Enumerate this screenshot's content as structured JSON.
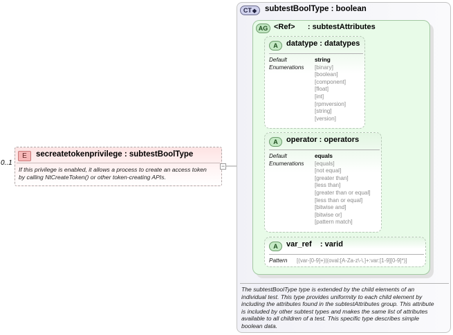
{
  "element": {
    "occurrence": "0..1",
    "badge": "E",
    "title": "secreatetokenprivilege : subtestBoolType",
    "doc_lines": [
      "If this privilege is enabled, it allows a process to create an access token",
      "by calling NtCreateToken() or other token-creating APIs."
    ],
    "collapse_symbol": "−"
  },
  "complex_type": {
    "badge": "CT",
    "title": "subtestBoolType : boolean",
    "doc_lines": [
      "The subtestBoolType type is extended by the child elements of an",
      "individual test.  This type provides uniformity to each child element by",
      "including the attributes found in the subtestAttributes group.  This attribute",
      "is included by other subtest types and makes the same list of attributes",
      "available to all children of a test.  This specific type describes simple",
      "boolean data."
    ]
  },
  "attribute_group": {
    "badge": "AG",
    "title": "<Ref>      : subtestAttributes"
  },
  "attributes": [
    {
      "badge": "A",
      "title": "datatype : datatypes",
      "labels": [
        "Default",
        "Enumerations"
      ],
      "default": "string",
      "values": [
        "[binary]",
        "[boolean]",
        "[component]",
        "[float]",
        "[int]",
        "[rpmversion]",
        "[string]",
        "[version]"
      ]
    },
    {
      "badge": "A",
      "title": "operator : operators",
      "labels": [
        "Default",
        "Enumerations"
      ],
      "default": "equals",
      "values": [
        "[equals]",
        "[not equal]",
        "[greater than]",
        "[less than]",
        "[greater than or equal]",
        "[less than or equal]",
        "[bitwise and]",
        "[bitwise or]",
        "[pattern match]"
      ]
    },
    {
      "badge": "A",
      "title": "var_ref    : varid",
      "labels": [
        "Pattern"
      ],
      "pattern": "[(var-[0-9]+)|(oval:[A-Za-z\\-\\.]+:var:[1-9][0-9]*)]"
    }
  ],
  "colors": {
    "element_fill": "#fde3e3",
    "complex_type_fill": "#f1f1f7",
    "attribute_group_fill": "#e8fbe8",
    "connector": "#9a9a9a"
  }
}
